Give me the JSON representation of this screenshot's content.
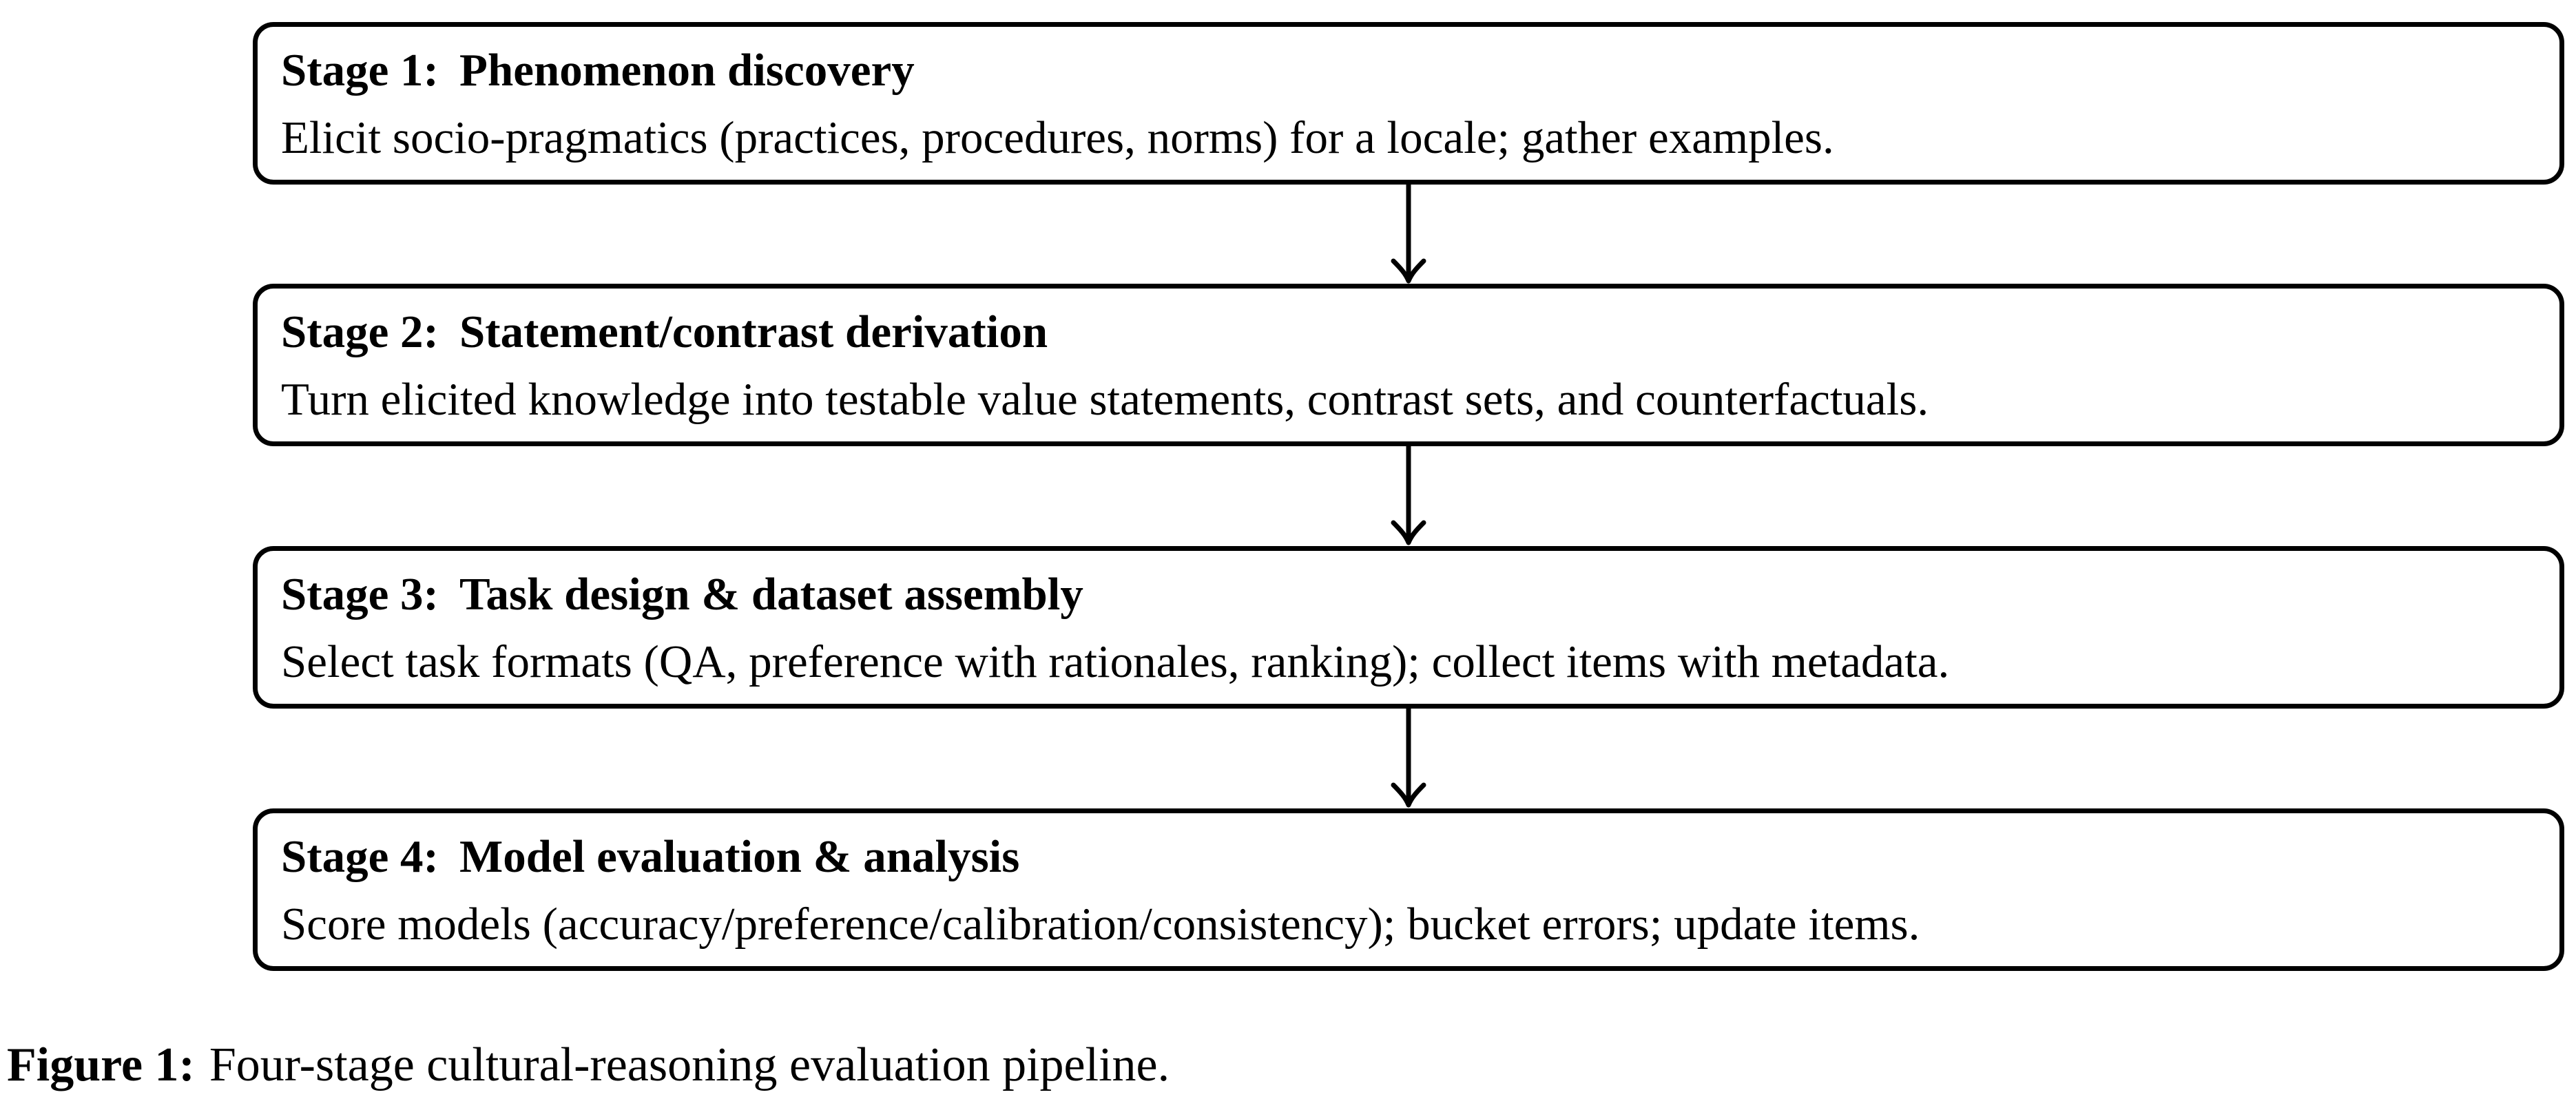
{
  "figure": {
    "stages": [
      {
        "prefix": "Stage 1:",
        "title": "Phenomenon discovery",
        "description": "Elicit socio-pragmatics (practices, procedures, norms) for a locale; gather examples."
      },
      {
        "prefix": "Stage 2:",
        "title": "Statement/contrast derivation",
        "description": "Turn elicited knowledge into testable value statements, contrast sets, and counterfactuals."
      },
      {
        "prefix": "Stage 3:",
        "title": "Task design & dataset assembly",
        "description": "Select task formats (QA, preference with rationales, ranking); collect items with metadata."
      },
      {
        "prefix": "Stage 4:",
        "title": "Model evaluation & analysis",
        "description": "Score models (accuracy/preference/calibration/consistency); bucket errors; update items."
      }
    ],
    "caption": {
      "label": "Figure 1:",
      "text": "Four-stage cultural-reasoning evaluation pipeline."
    },
    "colors": {
      "ink": "#000000",
      "background": "#ffffff"
    },
    "arrow_icon": "down-arrow"
  }
}
